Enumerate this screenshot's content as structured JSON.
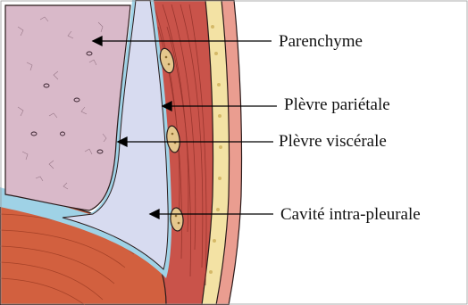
{
  "labels": {
    "parenchyme": "Parenchyme",
    "plevre_parietale": "Plèvre pariétale",
    "plevre_viscerale": "Plèvre viscérale",
    "cavite": "Cavité intra-pleurale"
  },
  "colors": {
    "lung": "#d9b9c9",
    "pleural_space": "#d7dbf0",
    "visceral_pleura": "#9fd2e6",
    "muscle": "#c9534a",
    "muscle_light": "#e38d7a",
    "fat": "#f3e2a4",
    "skin": "#ea9d90",
    "diaphragm": "#d2603f",
    "rib": "#e5c78d",
    "outline": "#2a1a1a"
  }
}
